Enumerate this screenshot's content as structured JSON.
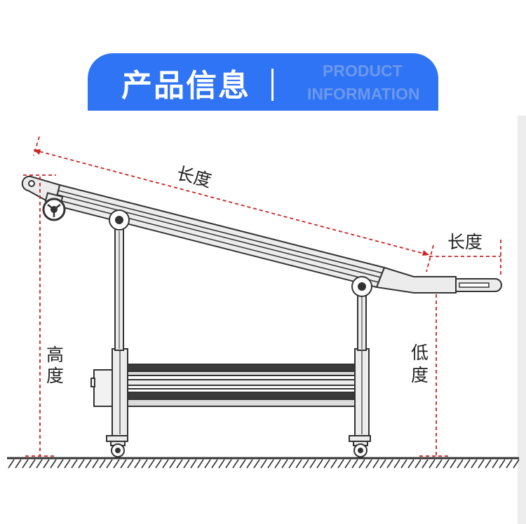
{
  "banner": {
    "title": "产品信息",
    "english_line1": "PRODUCT",
    "english_line2": "INFORMATION"
  },
  "labels": {
    "length_main": "长度",
    "length_extension": "长度",
    "high_char1": "高",
    "high_char2": "度",
    "low_char1": "低",
    "low_char2": "度"
  },
  "colors": {
    "banner_bg": "#2f74f5",
    "dimension_line": "#cc2222",
    "outline": "#333333",
    "metal_fill": "#ececec"
  }
}
